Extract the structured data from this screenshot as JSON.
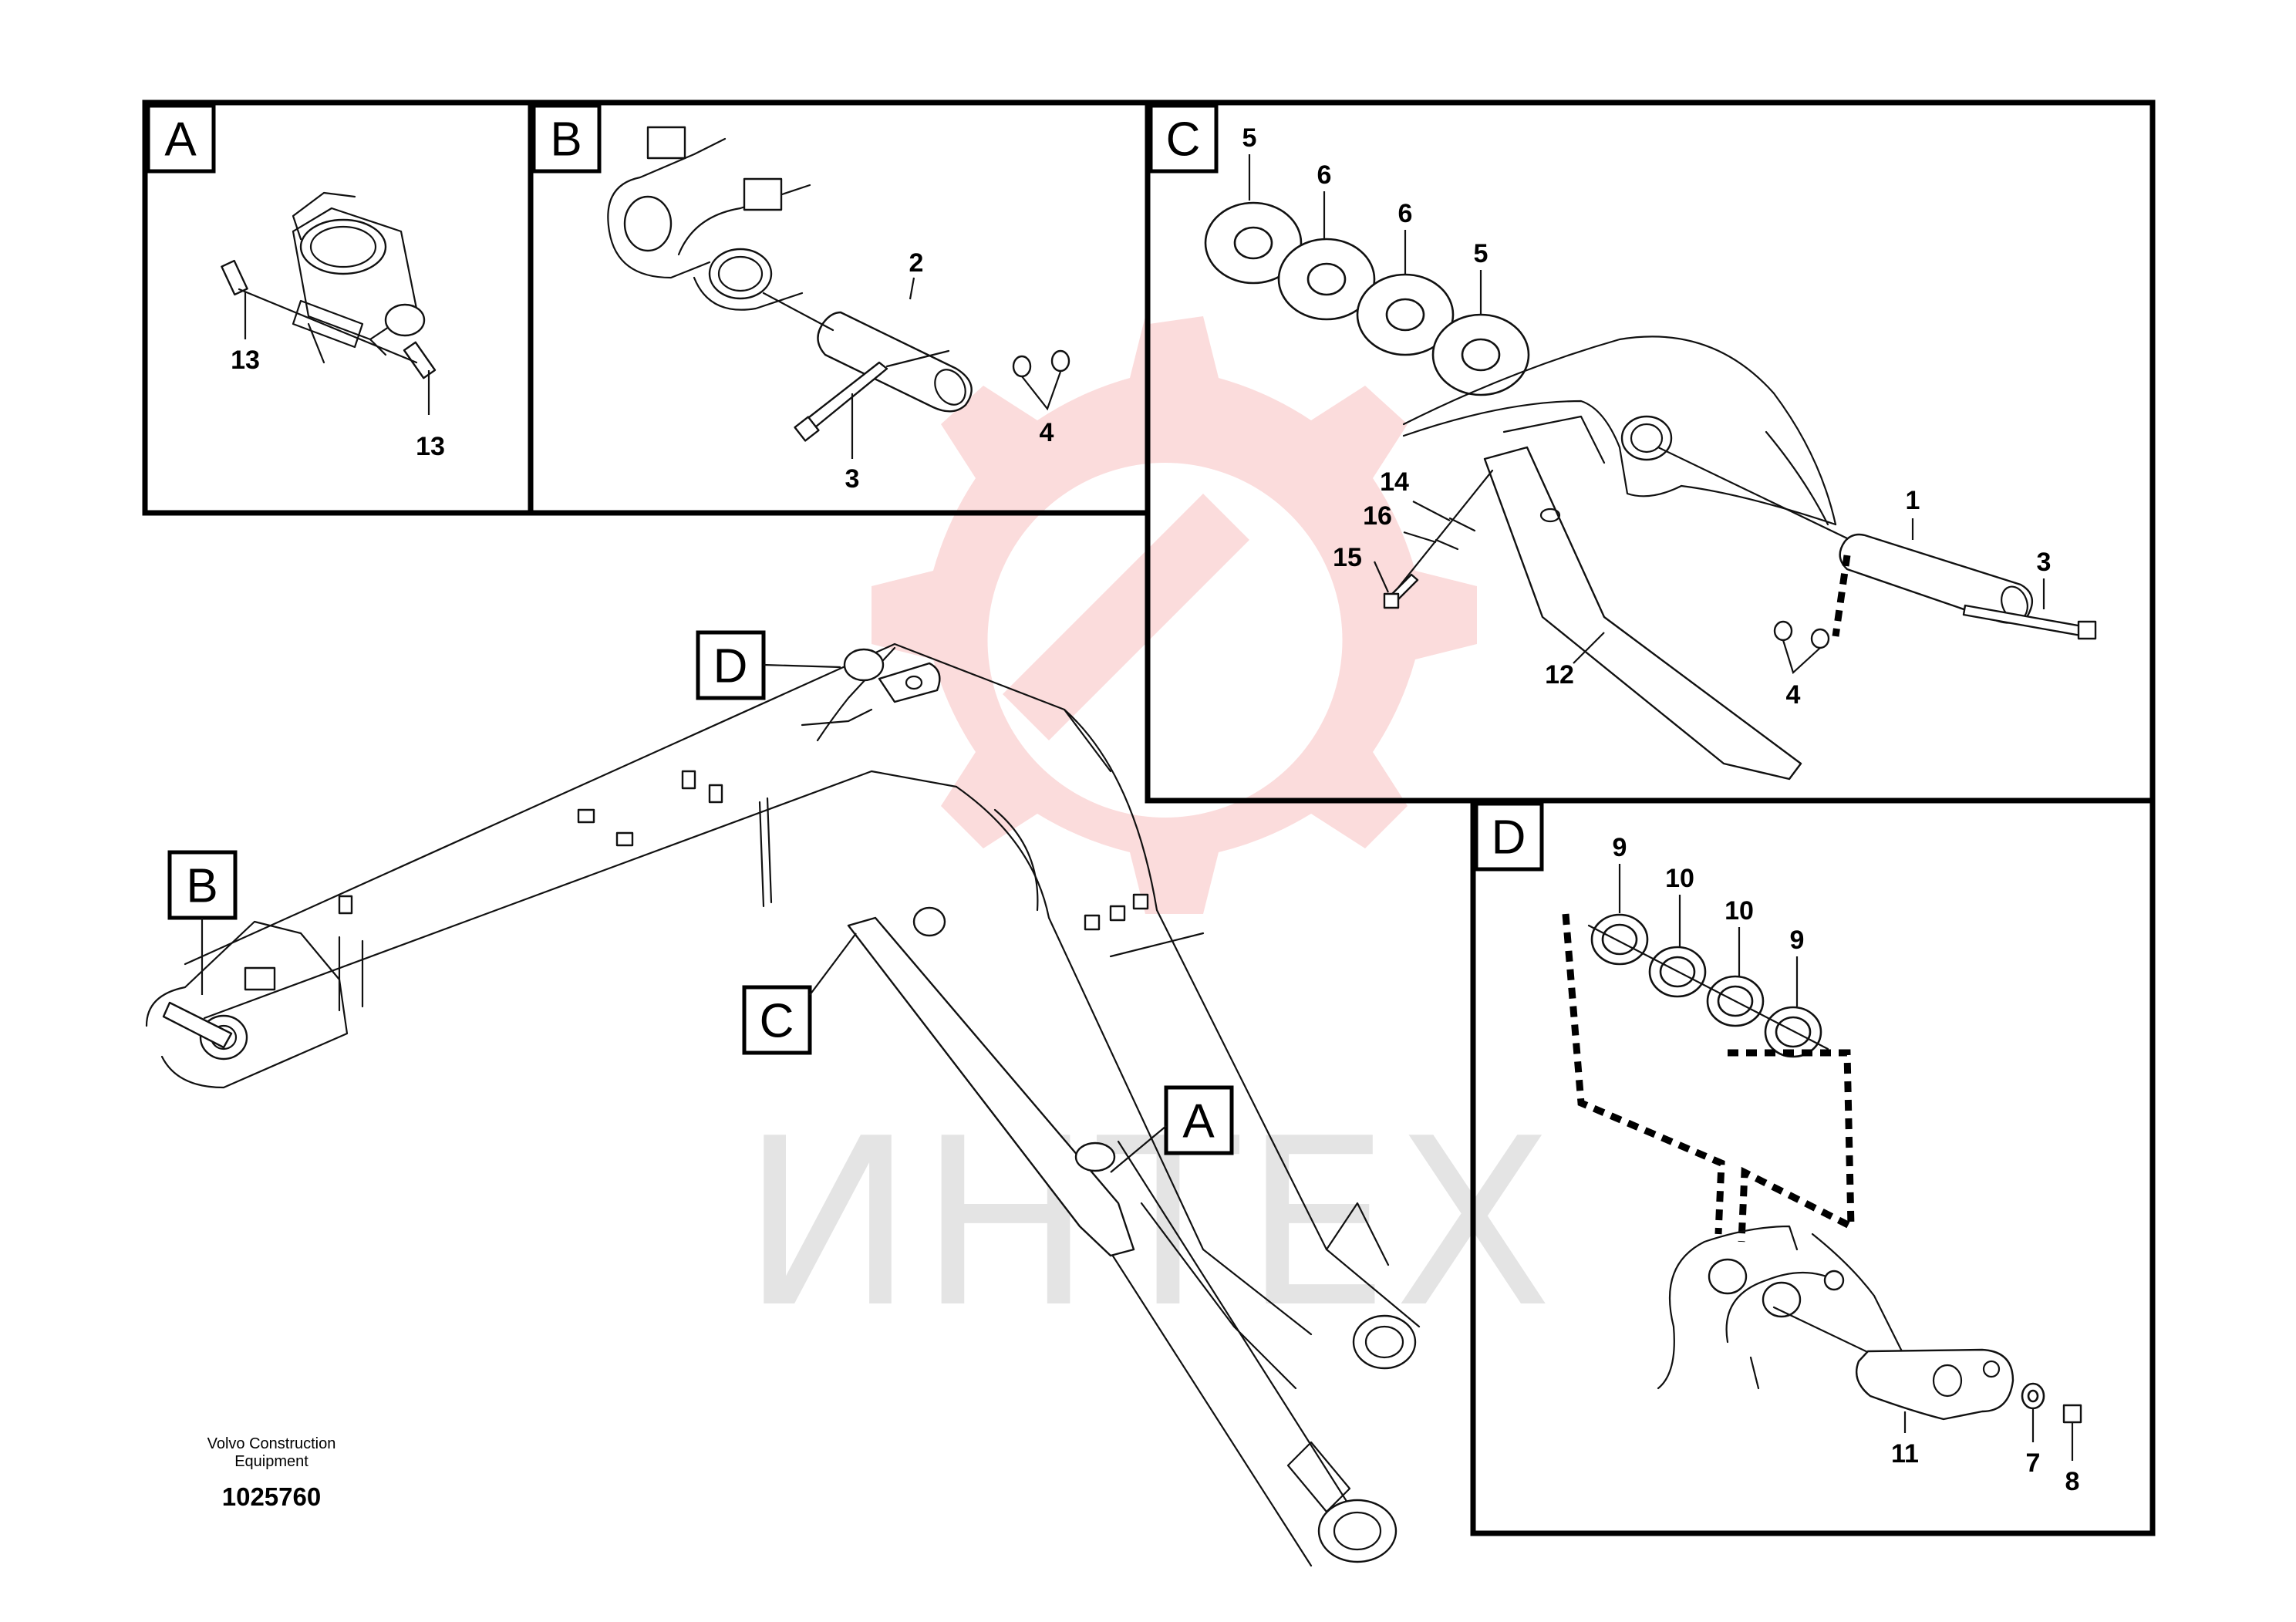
{
  "panels": {
    "a": {
      "label": "A",
      "callouts": [
        "13",
        "13"
      ]
    },
    "b": {
      "label": "B",
      "callouts": [
        "2",
        "3",
        "4"
      ]
    },
    "c": {
      "label": "C",
      "callouts": [
        "5",
        "6",
        "6",
        "5",
        "14",
        "16",
        "15",
        "12",
        "1",
        "3",
        "4"
      ]
    },
    "d": {
      "label": "D",
      "callouts": [
        "9",
        "10",
        "10",
        "9",
        "11",
        "7",
        "8"
      ]
    }
  },
  "main_tags": {
    "d": "D",
    "b": "B",
    "c": "C",
    "a": "A"
  },
  "footer": {
    "line1": "Volvo Construction",
    "line2": "Equipment",
    "drawing_number": "1025760"
  },
  "watermark": {
    "text": "ИНТЕХ",
    "color": "#f28c8c"
  }
}
